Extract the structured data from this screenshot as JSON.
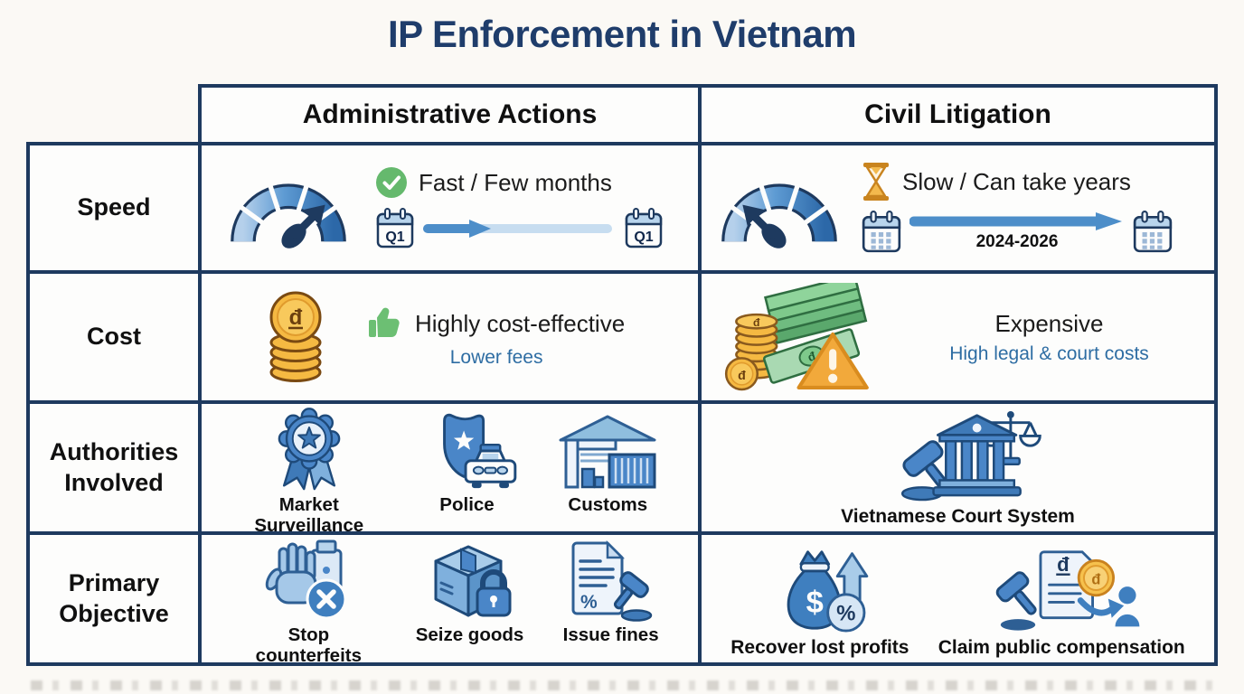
{
  "title": "IP Enforcement in Vietnam",
  "columns": {
    "admin": "Administrative Actions",
    "civil": "Civil Litigation"
  },
  "rows": {
    "speed": {
      "label": "Speed",
      "admin": {
        "icon": "speedometer-fast-icon",
        "status_icon": "check-circle-icon",
        "headline": "Fast / Few months",
        "timeline_start": "Q1",
        "timeline_end": "Q1"
      },
      "civil": {
        "icon": "speedometer-slow-icon",
        "status_icon": "hourglass-icon",
        "headline": "Slow / Can take years",
        "timeline_label": "2024-2026"
      }
    },
    "cost": {
      "label": "Cost",
      "admin": {
        "icon": "dong-coin-stack-icon",
        "status_icon": "thumbs-up-icon",
        "headline": "Highly cost-effective",
        "subtext": "Lower fees"
      },
      "civil": {
        "icon": "money-pile-warning-icon",
        "headline": "Expensive",
        "subtext": "High legal & court costs"
      }
    },
    "authorities": {
      "label": "Authorities Involved",
      "admin": {
        "items": [
          {
            "label": "Market Surveillance",
            "icon": "rosette-badge-icon"
          },
          {
            "label": "Police",
            "icon": "police-badge-car-icon"
          },
          {
            "label": "Customs",
            "icon": "customs-warehouse-container-icon"
          }
        ]
      },
      "civil": {
        "items": [
          {
            "label": "Vietnamese Court System",
            "icon": "courthouse-gavel-scales-icon"
          }
        ]
      }
    },
    "objective": {
      "label": "Primary Objective",
      "admin": {
        "items": [
          {
            "label": "Stop counterfeits",
            "icon": "stop-hand-product-icon"
          },
          {
            "label": "Seize goods",
            "icon": "sealed-box-padlock-icon"
          },
          {
            "label": "Issue fines",
            "icon": "fine-document-gavel-icon"
          }
        ]
      },
      "civil": {
        "items": [
          {
            "label": "Recover lost profits",
            "icon": "money-bag-growth-icon"
          },
          {
            "label": "Claim public compensation",
            "icon": "compensation-award-transfer-icon"
          }
        ]
      }
    }
  },
  "icons": {
    "dong_symbol": "đ",
    "dollar_symbol": "$",
    "percent_symbol": "%"
  },
  "colors": {
    "background": "#fbf9f5",
    "cell_background": "#fdfdfc",
    "border_navy": "#1e3a5f",
    "title_navy": "#1f3d6b",
    "text_black": "#101010",
    "subtext_blue": "#2e6da3",
    "icon_blue": "#4a86c8",
    "icon_blue_dark": "#1e4a7a",
    "icon_blue_light": "#aecbe8",
    "success_green": "#65b96d",
    "warning_orange": "#f2a93b",
    "coin_gold": "#f5b942",
    "money_green": "#7ec98b"
  }
}
